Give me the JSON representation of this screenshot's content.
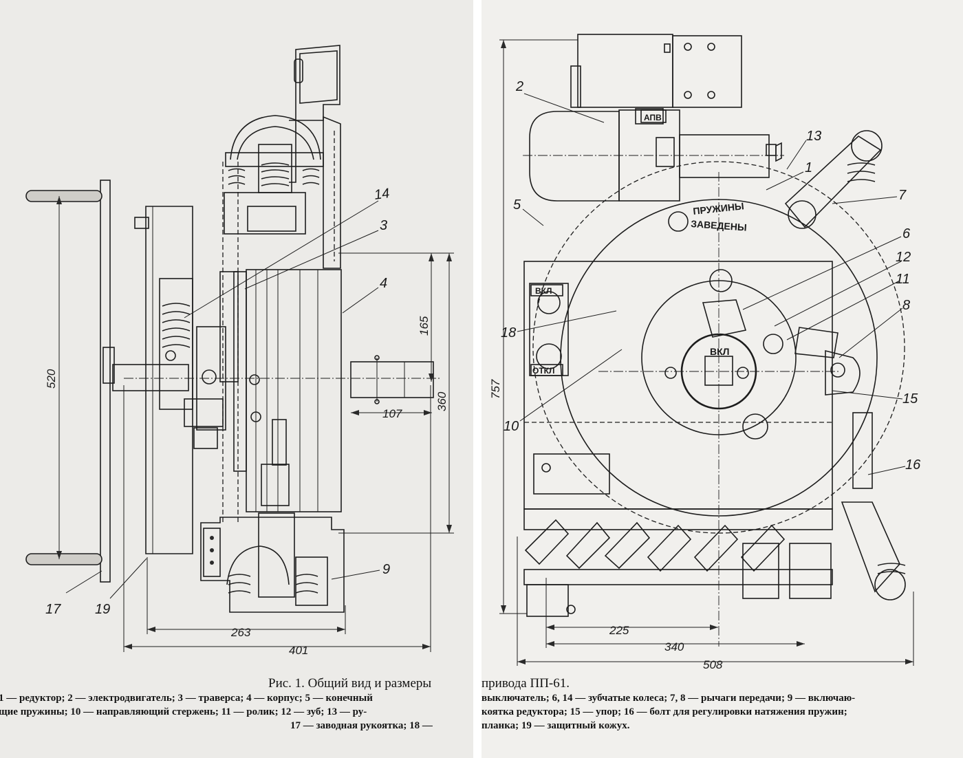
{
  "left_callouts": {
    "c14": "14",
    "c3": "3",
    "c4": "4",
    "c9": "9",
    "c17": "17",
    "c19": "19"
  },
  "right_callouts": {
    "c2": "2",
    "c13": "13",
    "c1": "1",
    "c7": "7",
    "c5": "5",
    "c6": "6",
    "c12": "12",
    "c11": "11",
    "c8": "8",
    "c18": "18",
    "c10": "10",
    "c15": "15",
    "c16": "16"
  },
  "left_dimensions": {
    "d520": "520",
    "d165": "165",
    "d360": "360",
    "d107": "107",
    "d263": "263",
    "d401": "401"
  },
  "right_dimensions": {
    "d757": "757",
    "d225": "225",
    "d340": "340",
    "d508": "508"
  },
  "panel_labels": {
    "apv": "АПВ",
    "springs_1": "ПРУЖИНЫ",
    "springs_2": "ЗАВЕДЕНЫ",
    "vkl_top": "ВКЛ",
    "otkl": "ОТКЛ",
    "vkl_center": "ВКЛ"
  },
  "caption_left": {
    "title": "Рис. 1. Общий вид и размеры",
    "line1": "1 — редуктор;  2 — электродвигатель;  3 — траверса;  4 — корпус;  5 — конечный",
    "line2": "щие пружины;  10 — направляющий стержень;  11 — ролик;  12 — зуб;  13 — ру-",
    "line3": "17 — заводная рукоятка;  18 —"
  },
  "caption_right": {
    "title": "привода ПП-61.",
    "line1": "выключатель;  6, 14 — зубчатые колеса;  7, 8 — рычаги передачи;  9 — включаю-",
    "line2": "коятка редуктора;  15 — упор;  16 — болт для регулировки натяжения пружин;",
    "line3": "планка;  19 — защитный кожух."
  }
}
